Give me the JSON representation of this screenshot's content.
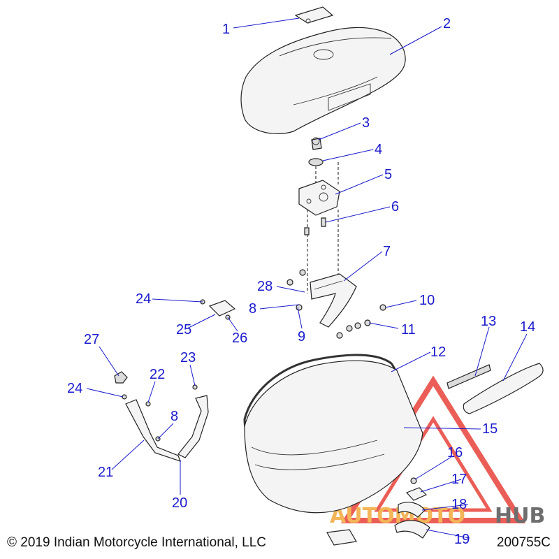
{
  "callouts": [
    "1",
    "2",
    "3",
    "4",
    "5",
    "6",
    "7",
    "28",
    "8",
    "9",
    "10",
    "11",
    "24",
    "25",
    "26",
    "27",
    "12",
    "13",
    "14",
    "22",
    "23",
    "24",
    "8",
    "21",
    "20",
    "15",
    "16",
    "17",
    "18",
    "19"
  ],
  "footer": {
    "copyright": "© 2019 Indian Motorcycle International, LLC",
    "diagram_id": "200755C"
  },
  "watermark": {
    "part1": "AUTOMOTO",
    "part2": "HUB",
    "colors": {
      "red": "#e8433a",
      "orange": "#f2a93b",
      "gray": "#555555"
    }
  },
  "colors": {
    "callout": "#1a1acc"
  }
}
